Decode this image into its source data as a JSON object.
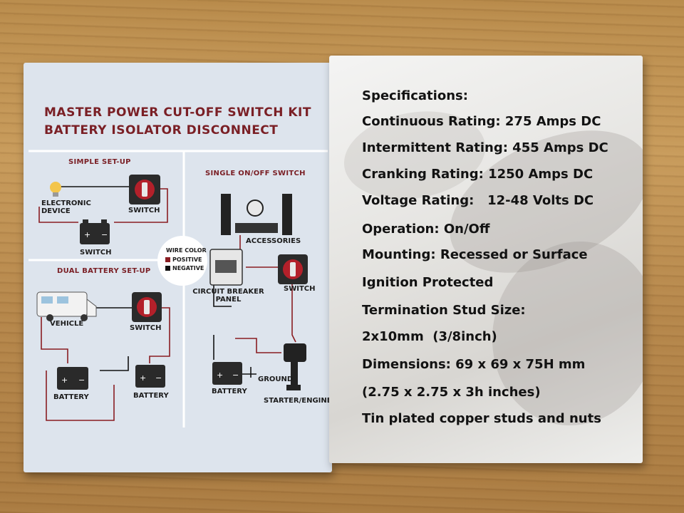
{
  "leaflet": {
    "title_line1": "MASTER POWER CUT-OFF SWITCH KIT",
    "title_line2": "BATTERY ISOLATOR DISCONNECT",
    "panels": {
      "simple": {
        "label": "SIMPLE SET-UP",
        "device": "ELECTRONIC DEVICE",
        "switch": "SWITCH",
        "battery": "SWITCH"
      },
      "dual": {
        "label": "DUAL BATTERY SET-UP",
        "vehicle": "VEHICLE",
        "switch": "SWITCH",
        "battery1": "BATTERY",
        "battery2": "BATTERY"
      },
      "single": {
        "label": "SINGLE ON/OFF SWITCH",
        "accessories": "ACCESSORIES",
        "breaker": "CIRCUIT BREAKER PANEL",
        "switch": "SWITCH",
        "battery": "BATTERY",
        "ground": "GROUND",
        "starter": "STARTER/ENGINE"
      }
    },
    "wire_color": {
      "title": "WIRE COLOR",
      "positive": "POSITIVE",
      "negative": "NEGATIVE",
      "positive_color": "#8a1d22",
      "negative_color": "#111111"
    }
  },
  "specifications": {
    "heading": "Specifications:",
    "lines": [
      "Continuous Rating: 275 Amps DC",
      "Intermittent Rating: 455 Amps DC",
      "Cranking Rating: 1250 Amps DC",
      "Voltage Rating:   12-48 Volts DC",
      "Operation: On/Off",
      "Mounting: Recessed or Surface",
      "Ignition Protected",
      "Termination Stud Size:",
      "2x10mm  (3/8inch)",
      "Dimensions: 69 x 69 x 75H mm",
      "(2.75 x 2.75 x 3h inches)",
      "Tin plated copper studs and nuts"
    ]
  },
  "colors": {
    "accent_red": "#7a1f25",
    "wire_red": "#8a1d22",
    "wire_black": "#111111"
  }
}
